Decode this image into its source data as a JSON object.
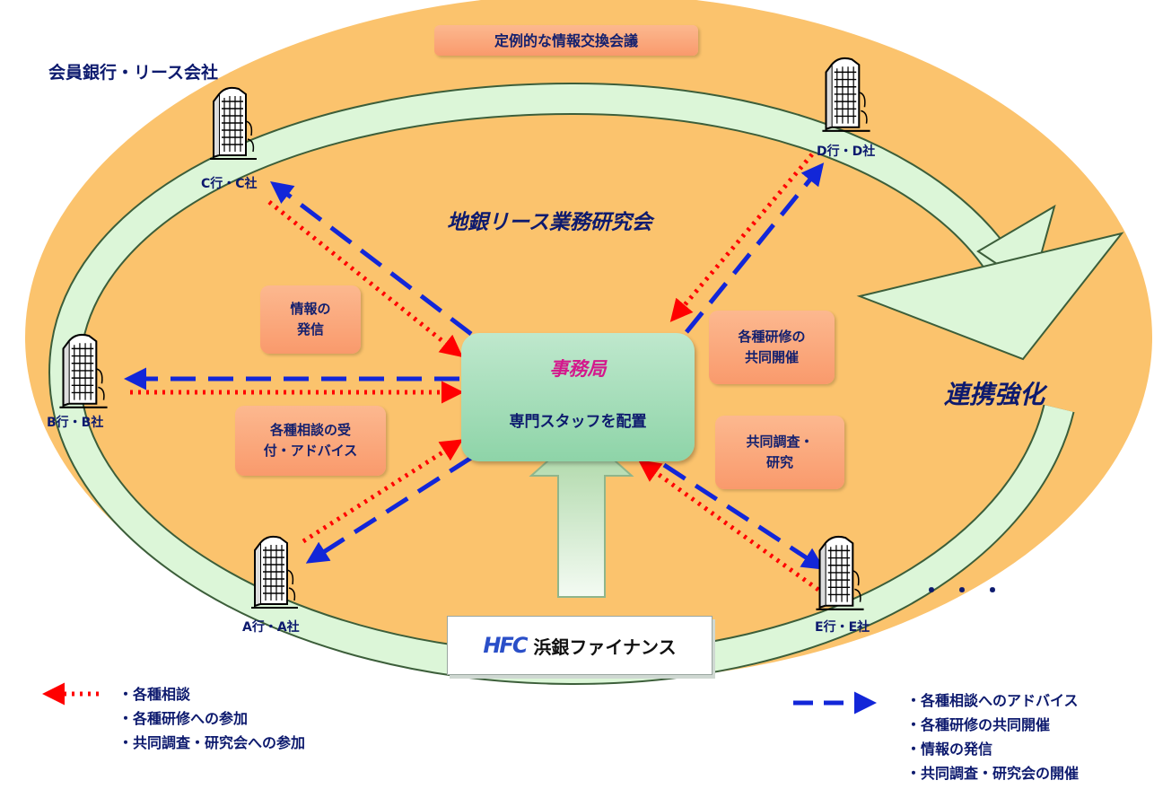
{
  "diagram": {
    "title_meeting": "定例的な情報交換会議",
    "members_title": "会員銀行・リース会社",
    "group_title": "地銀リース業務研究会",
    "cooperation": "連携強化",
    "secretariat": "事務局",
    "secretariat_sub": "専門スタッフを配置",
    "ellipsis": "・・・",
    "company_logo_text": "浜銀ファイナンス",
    "logo_mark": "HFC",
    "members": {
      "a": "A行・A社",
      "b": "B行・B社",
      "c": "C行・C社",
      "d": "D行・D社",
      "e": "E行・E社"
    },
    "boxes": {
      "info_line1": "情報の",
      "info_line2": "発信",
      "consult_line1": "各種相談の受",
      "consult_line2": "付・アドバイス",
      "training_line1": "各種研修の",
      "training_line2": "共同開催",
      "research_line1": "共同調査・",
      "research_line2": "研究"
    },
    "legend_left": [
      "・各種相談",
      "・各種研修への参加",
      "・共同調査・研究会への参加"
    ],
    "legend_right": [
      "・各種相談へのアドバイス",
      "・各種研修の共同開催",
      "・情報の発信",
      "・共同調査・研究会の開催"
    ],
    "colors": {
      "ellipse_fill": "#fbc36d",
      "ring_fill": "#dcf6d8",
      "red_arrow": "#ff0000",
      "blue_arrow": "#1226d8",
      "text_navy": "#0d1a6e",
      "title_magenta": "#d4188c",
      "logo_blue": "#2a4fc8"
    }
  }
}
